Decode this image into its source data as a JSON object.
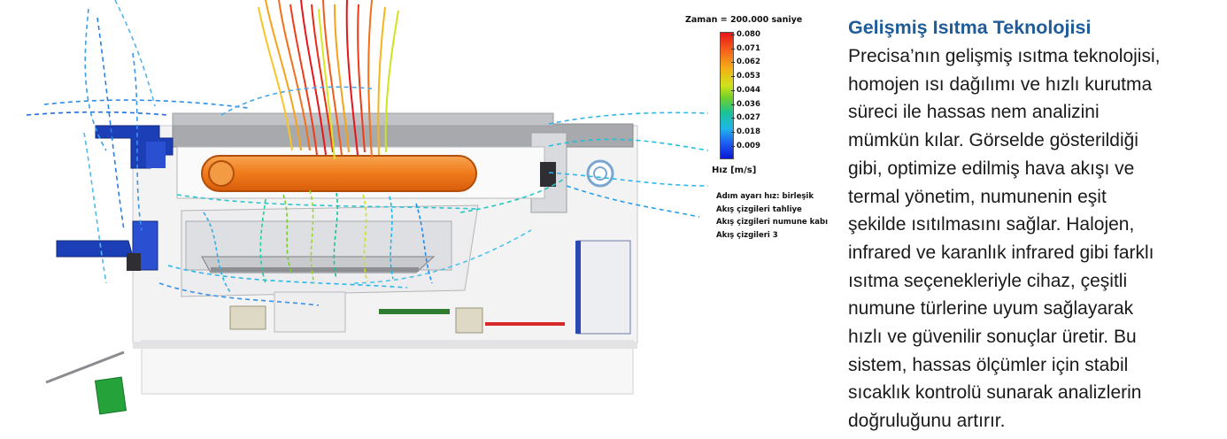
{
  "legend": {
    "time_label": "Zaman = 200.000 saniye",
    "ticks": [
      "0.080",
      "0.071",
      "0.062",
      "0.053",
      "0.044",
      "0.036",
      "0.027",
      "0.018",
      "0.009"
    ],
    "unit_label": "Hız [m/s]",
    "notes": [
      "Adım ayarı hız: birleşik",
      "Akış çizgileri tahliye",
      "Akış çizgileri numune kabı",
      "Akış çizgileri 3"
    ],
    "colors": {
      "max": "#e8141b",
      "mid": "#cfe31b",
      "min": "#0b18d6"
    }
  },
  "article": {
    "heading": "Gelişmiş Isıtma Teknolojisi",
    "lines": [
      "Precisa’nın gelişmiş ısıtma teknolojisi,",
      "homojen ısı dağılımı ve hızlı kurutma",
      "süreci ile hassas nem analizini",
      "mümkün kılar. Görselde gösterildiği",
      "gibi, optimize edilmiş hava akışı ve",
      "termal yönetim, numunenin eşit",
      "şekilde ısıtılmasını sağlar. Halojen,",
      "infrared ve karanlık infrared gibi farklı",
      "ısıtma seçenekleriyle cihaz, çeşitli",
      "numune türlerine uyum sağlayarak",
      "hızlı ve güvenilir sonuçlar üretir. Bu",
      "sistem, hassas ölçümler için stabil",
      "sıcaklık kontrolü sunarak analizlerin",
      "doğruluğunu artırır."
    ],
    "heading_color": "#1f5c9a"
  }
}
